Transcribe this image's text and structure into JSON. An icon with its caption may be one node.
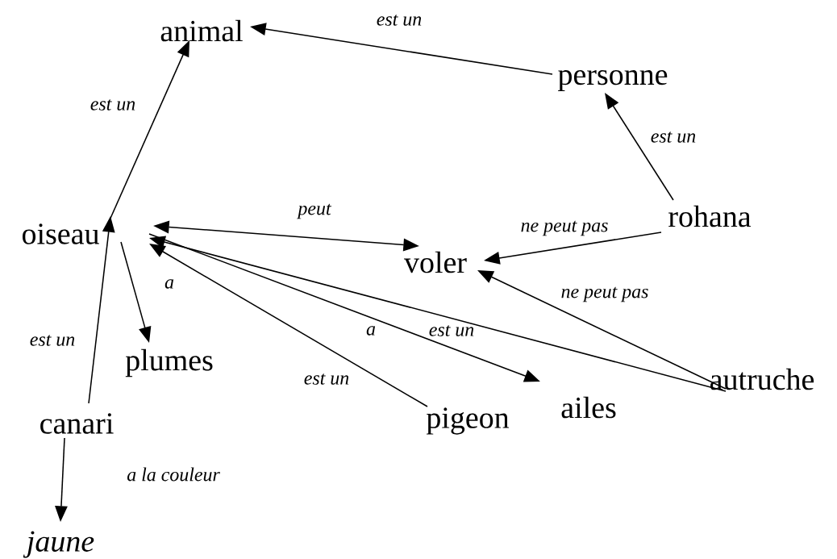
{
  "diagram": {
    "nodes": [
      {
        "text": [
          "animal"
        ]
      },
      {
        "text": [
          "personne"
        ]
      },
      {
        "text": [
          "rohana"
        ]
      },
      {
        "text": [
          "oiseau"
        ]
      },
      {
        "text": [
          "voler"
        ]
      },
      {
        "text": [
          "plumes"
        ]
      },
      {
        "text": [
          "autruche"
        ]
      },
      {
        "text": [
          "ailes"
        ]
      },
      {
        "text": [
          "pigeon"
        ]
      },
      {
        "text": [
          "canari"
        ]
      },
      {
        "text": [
          "jaune"
        ]
      }
    ],
    "edges": [
      {
        "from": 1,
        "to": 0,
        "arrow": "to",
        "label": "est un"
      },
      {
        "from": 3,
        "to": 0,
        "arrow": "to",
        "label": "est un"
      },
      {
        "from": 2,
        "to": 1,
        "arrow": "to",
        "label": "est un"
      },
      {
        "from": 3,
        "to": 4,
        "arrow": "both",
        "label": "peut"
      },
      {
        "from": 2,
        "to": 4,
        "arrow": "to",
        "label": "ne peut pas"
      },
      {
        "from": 6,
        "to": 4,
        "arrow": "to",
        "label": "ne peut pas"
      },
      {
        "from": 3,
        "to": 5,
        "arrow": "to",
        "label": "a"
      },
      {
        "from": 3,
        "to": 7,
        "arrow": "to",
        "label": "a"
      },
      {
        "from": 6,
        "to": 3,
        "arrow": "to",
        "label": "est un"
      },
      {
        "from": 8,
        "to": 3,
        "arrow": "to",
        "label": "est un"
      },
      {
        "from": 9,
        "to": 3,
        "arrow": "to",
        "label": "est un"
      },
      {
        "from": 9,
        "to": 10,
        "arrow": "to",
        "label": "a la couleur"
      }
    ]
  }
}
